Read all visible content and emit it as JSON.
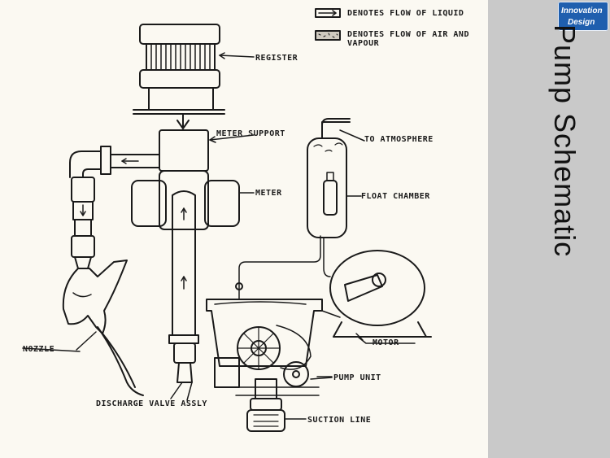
{
  "slide": {
    "title": "Pump Schematic",
    "logo_line1": "Innovation",
    "logo_line2": "Design"
  },
  "legend": {
    "liquid": "DENOTES FLOW OF LIQUID",
    "air_line1": "DENOTES FLOW OF AIR AND",
    "air_line2": "VAPOUR"
  },
  "labels": {
    "register": "REGISTER",
    "meter_support": "METER SUPPORT",
    "to_atmosphere": "TO ATMOSPHERE",
    "meter": "METER",
    "float_chamber": "FLOAT CHAMBER",
    "nozzle": "NOZZLE",
    "motor": "MOTOR",
    "pump_unit": "PUMP UNIT",
    "discharge_valve": "DISCHARGE VALVE ASSLY",
    "suction_line": "SUCTION LINE"
  },
  "colors": {
    "panel": "#c9c9c9",
    "logo": "#1f5fae",
    "paper": "#fbf9f2",
    "ink": "#1a1a1a"
  }
}
